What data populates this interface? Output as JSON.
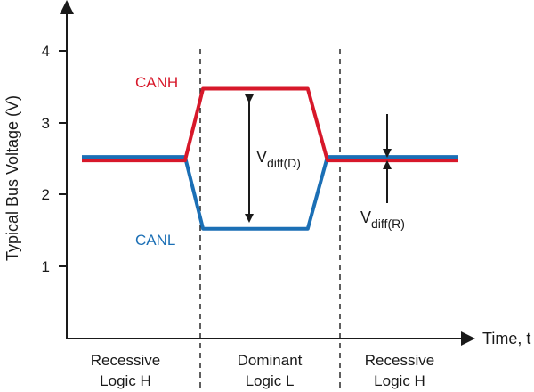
{
  "chart_data": {
    "type": "line",
    "ylabel": "Typical Bus Voltage (V)",
    "xlabel": "Time, t",
    "y_ticks": [
      "1",
      "2",
      "3",
      "4"
    ],
    "ylim": [
      0,
      4.5
    ],
    "series": [
      {
        "name": "CANH",
        "color": "#d7182a",
        "points": [
          [
            0,
            2.48
          ],
          [
            3.15,
            2.48
          ],
          [
            3.7,
            3.48
          ],
          [
            6.9,
            3.48
          ],
          [
            7.5,
            2.48
          ],
          [
            11.5,
            2.48
          ]
        ]
      },
      {
        "name": "CANL",
        "color": "#1b6fb5",
        "points": [
          [
            0,
            2.53
          ],
          [
            3.15,
            2.53
          ],
          [
            3.7,
            1.53
          ],
          [
            6.9,
            1.53
          ],
          [
            7.5,
            2.53
          ],
          [
            11.5,
            2.53
          ]
        ]
      }
    ],
    "regions": [
      {
        "line1": "Recessive",
        "line2": "Logic H"
      },
      {
        "line1": "Dominant",
        "line2": "Logic L"
      },
      {
        "line1": "Recessive",
        "line2": "Logic H"
      }
    ],
    "annotations": {
      "vdiff_dominant": {
        "main": "V",
        "sub": "diff(D)"
      },
      "vdiff_recessive": {
        "main": "V",
        "sub": "diff(R)"
      }
    }
  }
}
